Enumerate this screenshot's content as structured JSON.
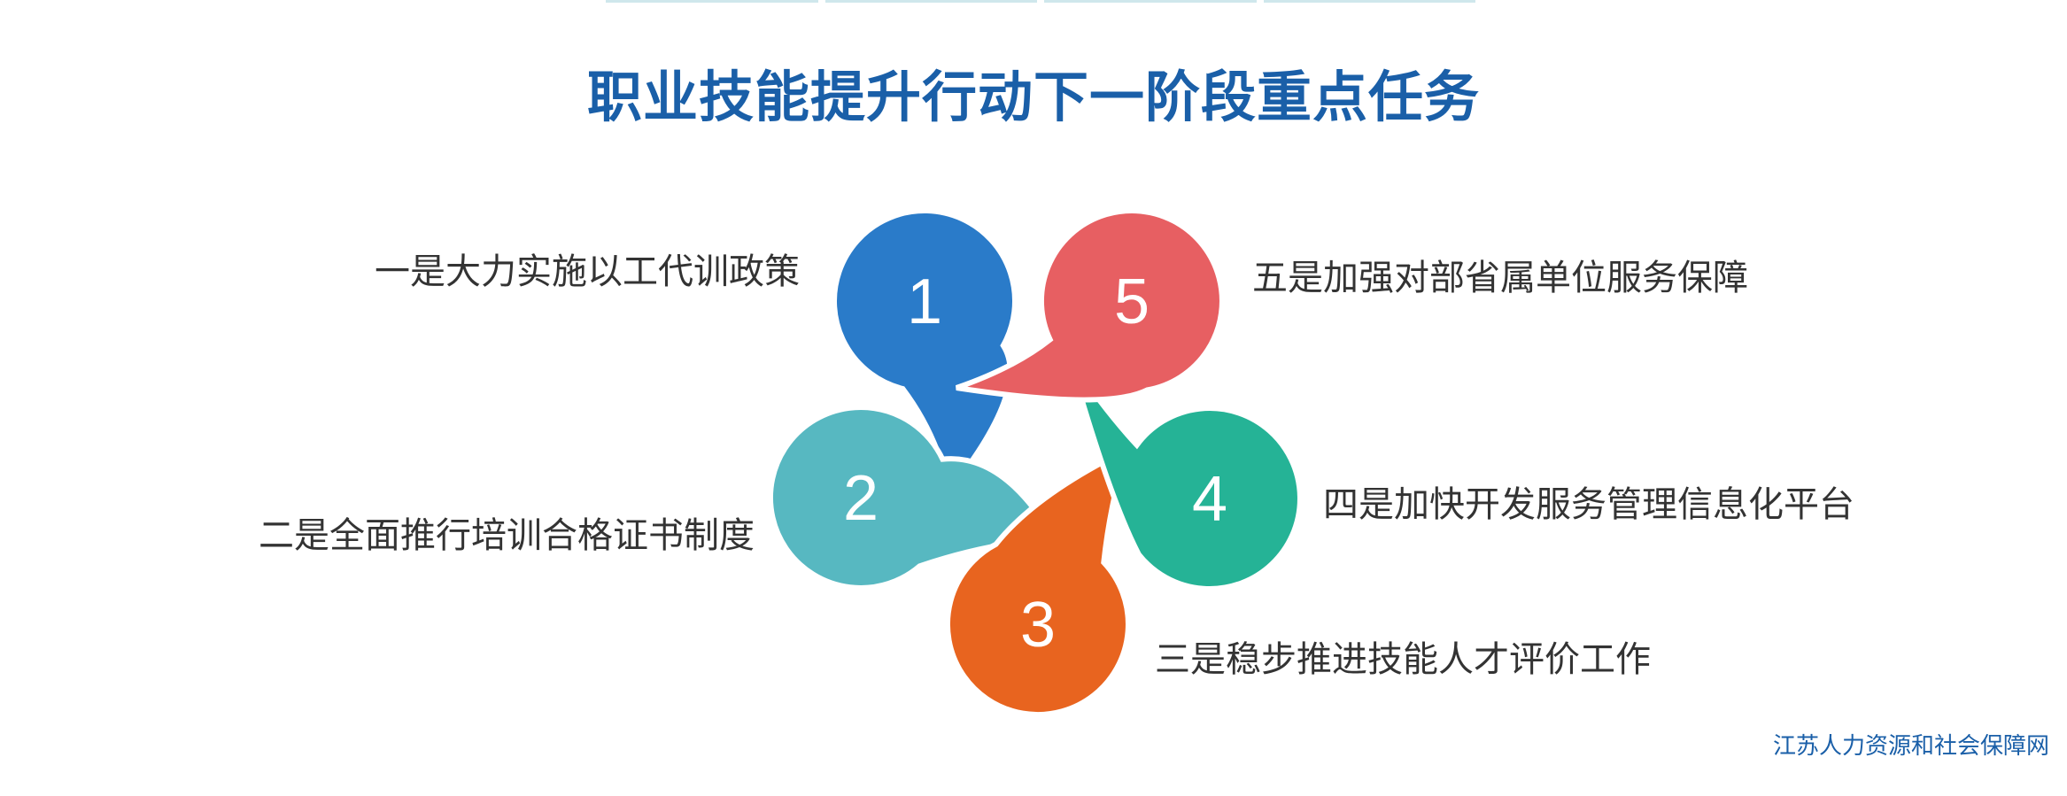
{
  "title": "职业技能提升行动下一阶段重点任务",
  "items": [
    {
      "number": "1",
      "label": "一是大力实施以工代训政策",
      "color": "#2a7bc9"
    },
    {
      "number": "2",
      "label": "二是全面推行培训合格证书制度",
      "color": "#57b8c1"
    },
    {
      "number": "3",
      "label": "三是稳步推进技能人才评价工作",
      "color": "#e8641f"
    },
    {
      "number": "4",
      "label": "四是加快开发服务管理信息化平台",
      "color": "#25b396"
    },
    {
      "number": "5",
      "label": "五是加强对部省属单位服务保障",
      "color": "#e75f62"
    }
  ],
  "watermark": "江苏人力资源和社会保障网"
}
